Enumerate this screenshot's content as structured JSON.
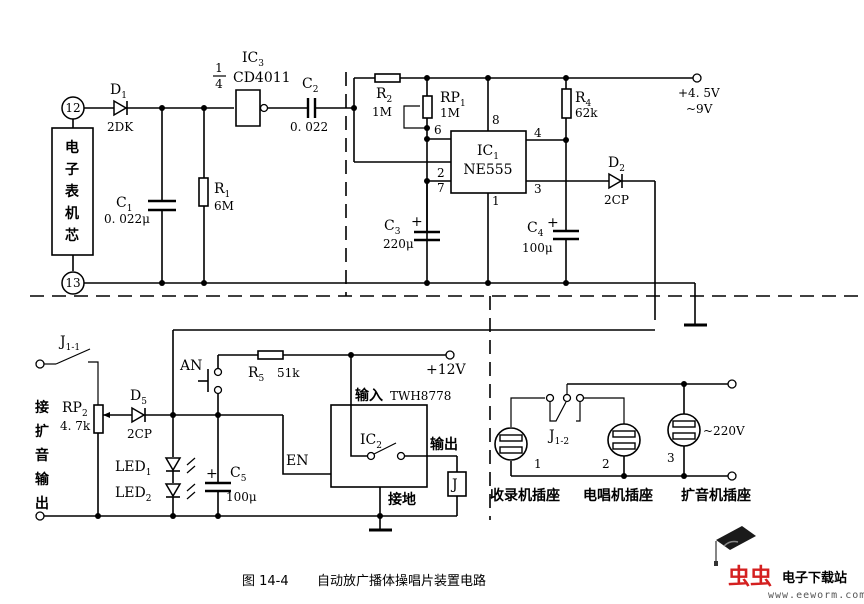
{
  "figure": {
    "number": "图 14-4",
    "title": "自动放广播体操唱片装置电路"
  },
  "watermark": {
    "brand_glyphs": "虫虫",
    "site_name": "电子下载站",
    "url": "www.eeworm.com",
    "brand_color": "#d42020"
  },
  "watch_module": {
    "label_chars": [
      "电",
      "子",
      "表",
      "机",
      "芯"
    ],
    "pin_top": "12",
    "pin_bottom": "13"
  },
  "components": {
    "D1": {
      "name": "D",
      "sub": "1",
      "value": "2DK"
    },
    "C1": {
      "name": "C",
      "sub": "1",
      "value": "0. 022μ"
    },
    "R1": {
      "name": "R",
      "sub": "1",
      "value": "6M"
    },
    "IC3": {
      "name": "IC",
      "sub": "3",
      "fraction_num": "1",
      "fraction_den": "4",
      "part": "CD4011"
    },
    "C2": {
      "name": "C",
      "sub": "2",
      "value": "0. 022"
    },
    "R2": {
      "name": "R",
      "sub": "2",
      "value": "1M"
    },
    "RP1": {
      "name": "RP",
      "sub": "1",
      "value": "1M"
    },
    "IC1": {
      "name": "IC",
      "sub": "1",
      "part": "NE555",
      "pins": [
        "8",
        "6",
        "2",
        "7",
        "1",
        "4",
        "3"
      ]
    },
    "R4": {
      "name": "R",
      "sub": "4",
      "value": "62k"
    },
    "C3": {
      "name": "C",
      "sub": "3",
      "value": "220μ"
    },
    "C4": {
      "name": "C",
      "sub": "4",
      "value": "100μ"
    },
    "D2": {
      "name": "D",
      "sub": "2",
      "value": "2CP"
    },
    "supply_top": {
      "line1": "+4. 5V",
      "line2": "~9V"
    },
    "J1_1": {
      "name": "J",
      "sub": "1-1"
    },
    "RP2": {
      "name": "RP",
      "sub": "2",
      "value": "4. 7k"
    },
    "D5": {
      "name": "D",
      "sub": "5",
      "value": "2CP"
    },
    "LED1": {
      "name": "LED",
      "sub": "1"
    },
    "LED2": {
      "name": "LED",
      "sub": "2"
    },
    "AN": {
      "name": "AN"
    },
    "R5": {
      "name": "R",
      "sub": "5",
      "value": "51k"
    },
    "C5": {
      "name": "C",
      "sub": "5",
      "value": "100μ"
    },
    "supply_12v": "+12V",
    "IC2": {
      "name": "IC",
      "sub": "2",
      "input_label": "输入",
      "part": "TWH8778",
      "output_label": "输出",
      "ground_label": "接地",
      "enable_label": "EN"
    },
    "relay": "J",
    "amp_output_chars": [
      "接",
      "扩",
      "音",
      "输",
      "出"
    ],
    "J1_2": {
      "name": "J",
      "sub": "1-2"
    },
    "socket1": {
      "num": "1",
      "label": "收录机插座"
    },
    "socket2": {
      "num": "2",
      "label": "电唱机插座"
    },
    "socket3": {
      "num": "3",
      "label": "扩音机插座"
    },
    "mains": "~220V"
  }
}
